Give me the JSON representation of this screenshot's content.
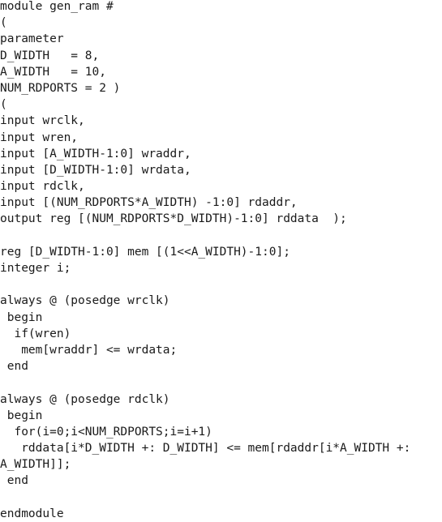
{
  "document": {
    "lines": [
      "module gen_ram #",
      "(",
      "parameter",
      "D_WIDTH   = 8,",
      "A_WIDTH   = 10,",
      "NUM_RDPORTS = 2 )",
      "(",
      "input wrclk,",
      "input wren,",
      "input [A_WIDTH-1:0] wraddr,",
      "input [D_WIDTH-1:0] wrdata,",
      "input rdclk,",
      "input [(NUM_RDPORTS*A_WIDTH) -1:0] rdaddr,",
      "output reg [(NUM_RDPORTS*D_WIDTH)-1:0] rddata  );",
      "",
      "reg [D_WIDTH-1:0] mem [(1<<A_WIDTH)-1:0];",
      "integer i;",
      "",
      "always @ (posedge wrclk)",
      " begin",
      "  if(wren)",
      "   mem[wraddr] <= wrdata;",
      " end",
      "",
      "always @ (posedge rdclk)",
      " begin",
      "  for(i=0;i<NUM_RDPORTS;i=i+1)",
      "   rddata[i*D_WIDTH +: D_WIDTH] <= mem[rdaddr[i*A_WIDTH +:",
      "A_WIDTH]];",
      " end",
      "",
      "endmodule"
    ]
  }
}
